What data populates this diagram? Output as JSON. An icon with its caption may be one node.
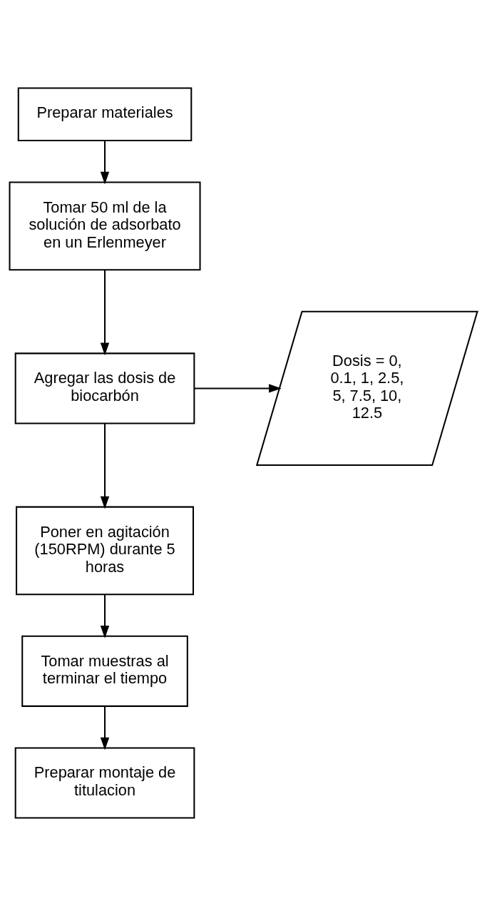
{
  "diagram": {
    "nodes": [
      {
        "text": [
          "Preparar materiales"
        ]
      },
      {
        "text": [
          "Tomar 50 ml de la solución de adsorbato en un Erlenmeyer"
        ]
      },
      {
        "text": [
          "Agregar las dosis de biocarbón"
        ]
      },
      {
        "text": [
          "Dosis = 0, 0.1, 1, 2.5, 5, 7.5, 10, 12.5"
        ]
      },
      {
        "text": [
          "Poner en agitación (150RPM) durante 5 horas"
        ]
      },
      {
        "text": [
          "Tomar muestras al terminar el tiempo"
        ]
      },
      {
        "text": [
          "Preparar montaje de titulacion"
        ]
      }
    ],
    "edges": [
      {
        "from": 0,
        "to": 1,
        "arrow": "to"
      },
      {
        "from": 1,
        "to": 2,
        "arrow": "to"
      },
      {
        "from": 2,
        "to": 3,
        "arrow": "to"
      },
      {
        "from": 2,
        "to": 4,
        "arrow": "to"
      },
      {
        "from": 4,
        "to": 5,
        "arrow": "to"
      },
      {
        "from": 5,
        "to": 6,
        "arrow": "to"
      }
    ]
  }
}
